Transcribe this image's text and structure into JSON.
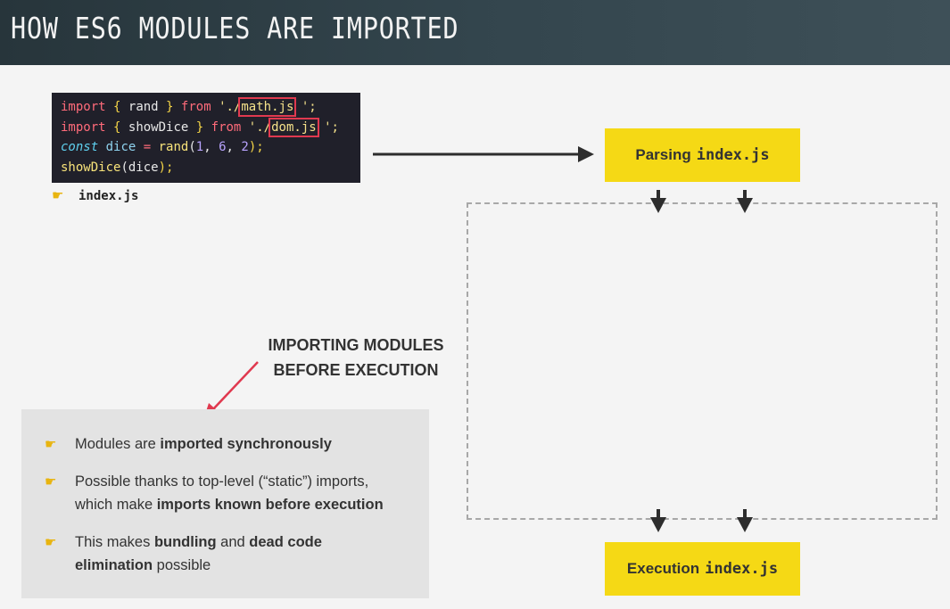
{
  "header": {
    "title": "HOW ES6 MODULES ARE IMPORTED"
  },
  "code": {
    "line1": {
      "kw": "import",
      "ob": "{",
      "name": "rand",
      "cb": "}",
      "from": "from",
      "q": "'./",
      "file": "math.js",
      "tail": "';"
    },
    "line2": {
      "kw": "import",
      "ob": "{",
      "name": "showDice",
      "cb": "}",
      "from": "from",
      "q": "'./",
      "file": "dom.js",
      "tail": "';"
    },
    "line3": {
      "kw": "const",
      "name": "dice",
      "eq": "=",
      "fn": "rand",
      "op": "(",
      "a1": "1",
      "c1": ",",
      "a2": "6",
      "c2": ",",
      "a3": "2",
      "cp": ");"
    },
    "line4": {
      "fn": "showDice",
      "op": "(",
      "arg": "dice",
      "cp": ");"
    }
  },
  "file_label": "index.js",
  "parsing_box": {
    "label": "Parsing",
    "file": "index.js"
  },
  "execution_box": {
    "label": "Execution",
    "file": "index.js"
  },
  "annotation": {
    "line1": "IMPORTING MODULES",
    "line2": "BEFORE EXECUTION"
  },
  "bullets": {
    "b1": {
      "pre": "Modules are ",
      "bold": "imported synchronously"
    },
    "b2": {
      "l1": "Possible thanks to top-level (“static”) imports,",
      "l2pre": "which make ",
      "l2bold": "imports known before execution"
    },
    "b3": {
      "pre": "This makes ",
      "bold1": "bundling",
      "mid": " and ",
      "bold2": "dead code",
      "bold3": "elimination",
      "post": " possible"
    }
  },
  "icons": {
    "hand": "pointing-hand-icon",
    "arrow": "arrow-icon"
  },
  "colors": {
    "header_bg": "#2f3f46",
    "box_yellow": "#f5d915",
    "highlight_red": "#e0394f",
    "code_bg": "#20202a"
  }
}
